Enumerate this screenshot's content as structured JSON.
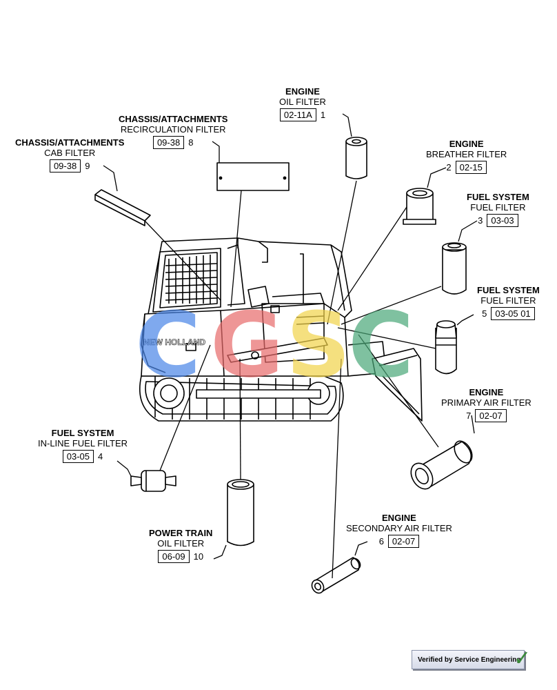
{
  "callouts": [
    {
      "id": "1",
      "system": "ENGINE",
      "name": "OIL FILTER",
      "code": "02-11A"
    },
    {
      "id": "2",
      "system": "ENGINE",
      "name": "BREATHER FILTER",
      "code": "02-15"
    },
    {
      "id": "3",
      "system": "FUEL SYSTEM",
      "name": "FUEL FILTER",
      "code": "03-03"
    },
    {
      "id": "4",
      "system": "FUEL SYSTEM",
      "name": "IN-LINE FUEL FILTER",
      "code": "03-05"
    },
    {
      "id": "5",
      "system": "FUEL SYSTEM",
      "name": "FUEL FILTER",
      "code": "03-05 01"
    },
    {
      "id": "6",
      "system": "ENGINE",
      "name": "SECONDARY AIR FILTER",
      "code": "02-07"
    },
    {
      "id": "7",
      "system": "ENGINE",
      "name": "PRIMARY AIR FILTER",
      "code": "02-07"
    },
    {
      "id": "8",
      "system": "CHASSIS/ATTACHMENTS",
      "name": "RECIRCULATION FILTER",
      "code": "09-38"
    },
    {
      "id": "9",
      "system": "CHASSIS/ATTACHMENTS",
      "name": "CAB FILTER",
      "code": "09-38"
    },
    {
      "id": "10",
      "system": "POWER TRAIN",
      "name": "OIL FILTER",
      "code": "06-09"
    }
  ],
  "machine_label": "NEW HOLLAND",
  "watermark": {
    "text": "CGSC",
    "colors": [
      "#4a86e8",
      "#e86a6a",
      "#f2d34a",
      "#4aa878"
    ]
  },
  "badge": {
    "text": "Verified by Service Engineering",
    "check_color": "#3a8a3a"
  }
}
